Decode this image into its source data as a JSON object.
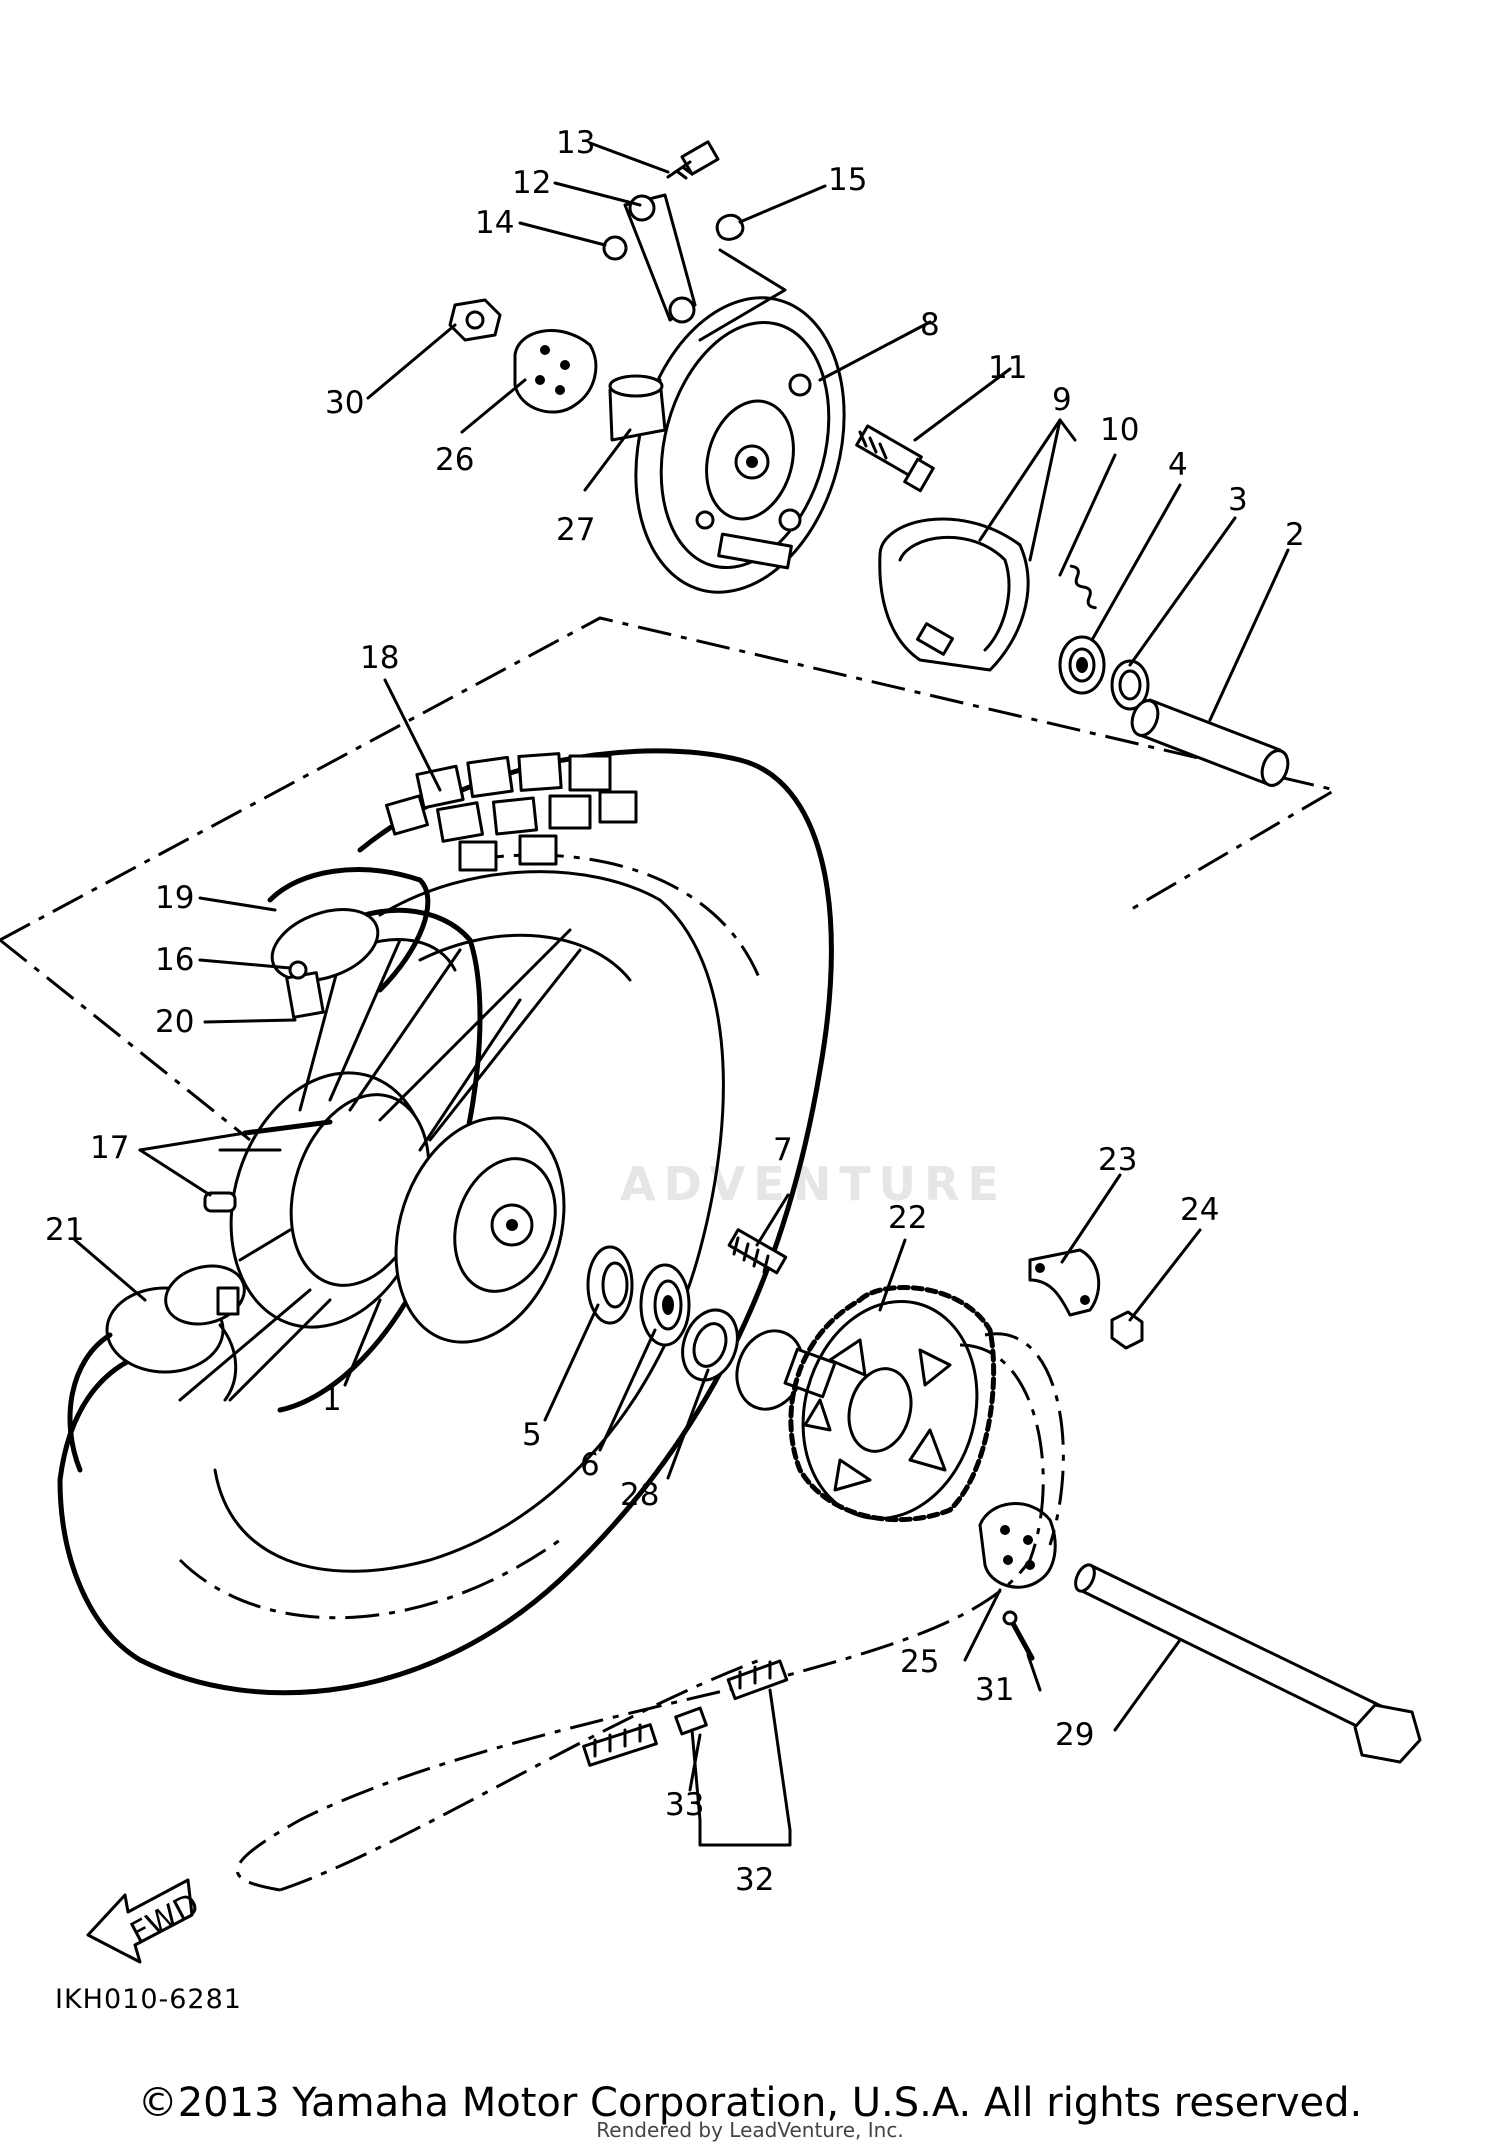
{
  "diagram_code": "IKH010-6281",
  "fwd_label": "FWD",
  "watermark": "ADVENTURE",
  "copyright": "©2013 Yamaha Motor Corporation, U.S.A. All rights reserved.",
  "rendered_by": "Rendered by LeadVenture, Inc.",
  "callouts": {
    "c1": "1",
    "c2": "2",
    "c3": "3",
    "c4": "4",
    "c5": "5",
    "c6": "6",
    "c7": "7",
    "c8": "8",
    "c9": "9",
    "c10": "10",
    "c11": "11",
    "c12": "12",
    "c13": "13",
    "c14": "14",
    "c15": "15",
    "c16": "16",
    "c17": "17",
    "c18": "18",
    "c19": "19",
    "c20": "20",
    "c21": "21",
    "c22": "22",
    "c23": "23",
    "c24": "24",
    "c25": "25",
    "c26": "26",
    "c27": "27",
    "c28": "28",
    "c29": "29",
    "c30": "30",
    "c31": "31",
    "c32": "32",
    "c33": "33"
  }
}
